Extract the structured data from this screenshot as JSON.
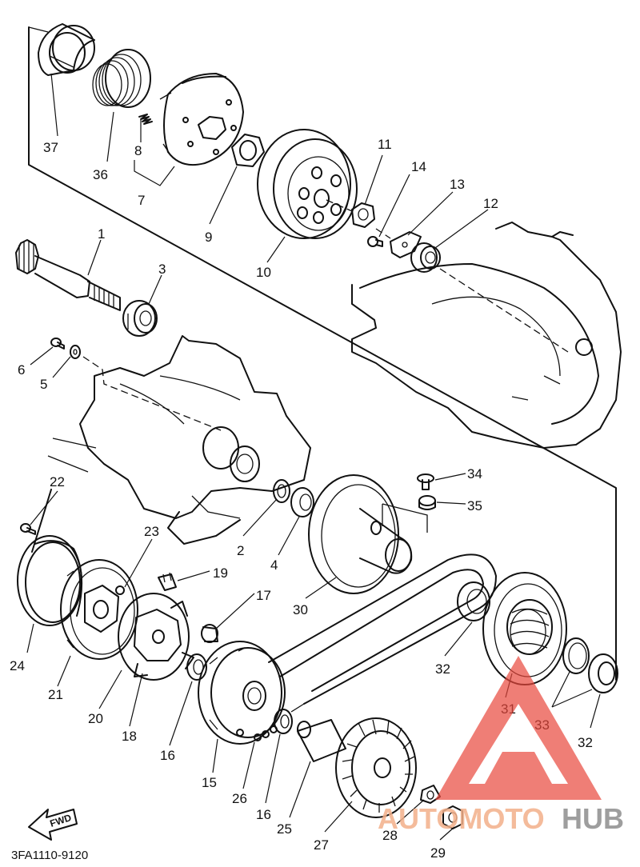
{
  "diagram": {
    "part_numbers": [
      "1",
      "2",
      "3",
      "4",
      "5",
      "6",
      "7",
      "8",
      "9",
      "10",
      "11",
      "12",
      "13",
      "14",
      "15",
      "16",
      "16",
      "17",
      "18",
      "19",
      "20",
      "21",
      "22",
      "23",
      "24",
      "25",
      "26",
      "27",
      "28",
      "29",
      "30",
      "31",
      "32",
      "32",
      "33",
      "34",
      "35",
      "36",
      "37"
    ],
    "labels": {
      "p1": "1",
      "p2": "2",
      "p3": "3",
      "p4": "4",
      "p5": "5",
      "p6": "6",
      "p7": "7",
      "p8": "8",
      "p9": "9",
      "p10": "10",
      "p11": "11",
      "p12": "12",
      "p13": "13",
      "p14": "14",
      "p15": "15",
      "p16a": "16",
      "p16b": "16",
      "p17": "17",
      "p18": "18",
      "p19": "19",
      "p20": "20",
      "p21": "21",
      "p22": "22",
      "p23": "23",
      "p24": "24",
      "p25": "25",
      "p26": "26",
      "p27": "27",
      "p28": "28",
      "p29": "29",
      "p30": "30",
      "p31": "31",
      "p32a": "32",
      "p32b": "32",
      "p33": "33",
      "p34": "34",
      "p35": "35",
      "p36": "36",
      "p37": "37"
    },
    "fwd_label": "FWD",
    "diagram_code": "3FA1110-9120"
  },
  "watermark": {
    "auto_text": "AUTOMOTO",
    "hub_text": "HUB",
    "colors": {
      "triangle": "#e8473c",
      "auto": "#f3b08a",
      "hub": "#8e8e8e"
    }
  }
}
